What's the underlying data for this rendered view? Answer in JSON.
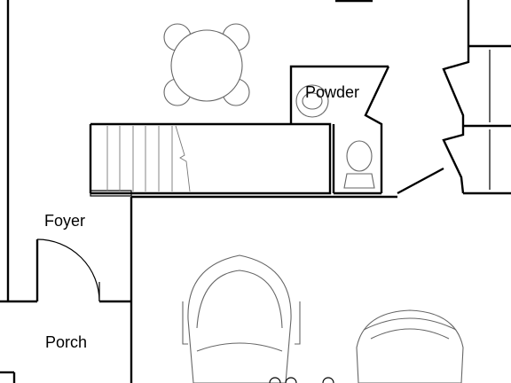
{
  "rooms": {
    "powder": "Powder",
    "foyer": "Foyer",
    "porch": "Porch"
  },
  "colors": {
    "wall": "#000000",
    "fixture": "#666666",
    "background": "#ffffff"
  }
}
